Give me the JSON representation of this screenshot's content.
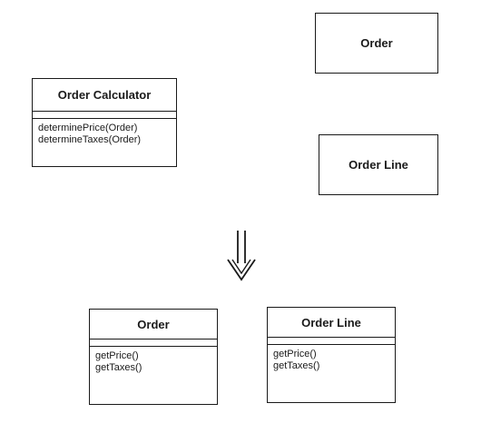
{
  "before": {
    "calculator": {
      "name": "Order Calculator",
      "operations": [
        "determinePrice(Order)",
        "determineTaxes(Order)"
      ]
    },
    "order": {
      "name": "Order"
    },
    "order_line": {
      "name": "Order Line"
    }
  },
  "arrow": {
    "icon": "double-down-arrow-icon"
  },
  "after": {
    "order": {
      "name": "Order",
      "operations": [
        "getPrice()",
        "getTaxes()"
      ]
    },
    "order_line": {
      "name": "Order Line",
      "operations": [
        "getPrice()",
        "getTaxes()"
      ]
    }
  },
  "colors": {
    "stroke": "#1a1a1a",
    "background": "#ffffff"
  }
}
